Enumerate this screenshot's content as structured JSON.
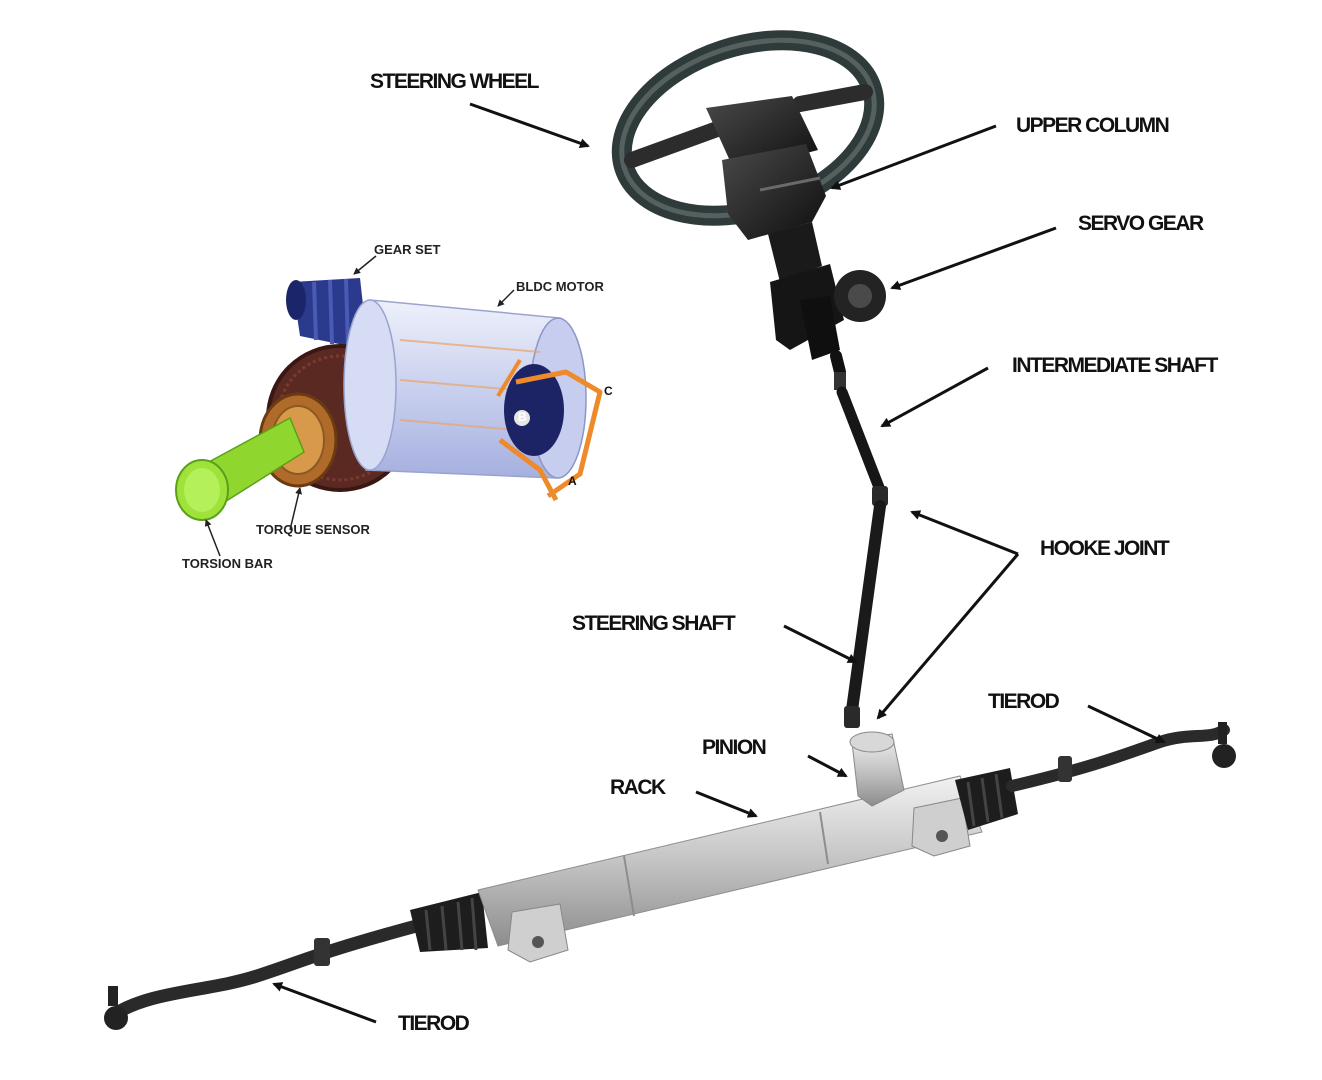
{
  "labels": {
    "steering_wheel": "STEERING WHEEL",
    "upper_column": "UPPER COLUMN",
    "servo_gear": "SERVO GEAR",
    "intermediate_shaft": "INTERMEDIATE SHAFT",
    "hooke_joint": "HOOKE JOINT",
    "steering_shaft": "STEERING SHAFT",
    "pinion": "PINION",
    "rack": "RACK",
    "tierod_right": "TIEROD",
    "tierod_left": "TIEROD"
  },
  "inset_labels": {
    "gear_set": "GEAR SET",
    "bldc_motor": "BLDC MOTOR",
    "torque_sensor": "TORQUE SENSOR",
    "torsion_bar": "TORSION BAR",
    "phase_a": "A",
    "phase_b": "B",
    "phase_c": "C"
  },
  "colors": {
    "background": "#ffffff",
    "column_dark": "#1c1c1c",
    "rack_silver": "#c9c9c9",
    "motor_blue": "#b8c4ec",
    "torsion_green": "#8fd62e",
    "gear_brown": "#5a2a22",
    "wire_orange": "#ee8a2a",
    "gear_set_blue": "#2b3a8c"
  }
}
